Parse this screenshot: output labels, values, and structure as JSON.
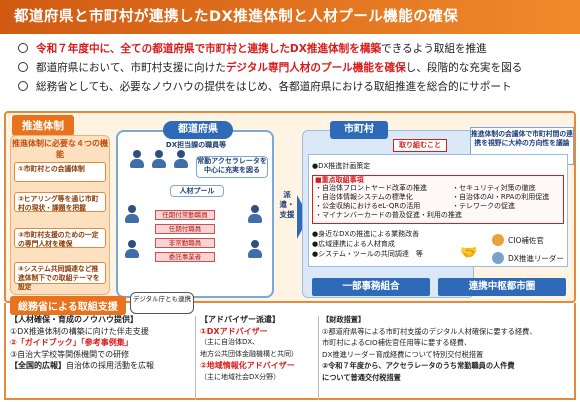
{
  "title": "都道府県と市町村が連携したDX推進体制と人材プール機能の確保",
  "bullets": [
    {
      "pre": "",
      "red": "令和７年度中に、全ての都道府県で市町村と連携したDX推進体制を構築",
      "post": "できるよう取組を推進"
    },
    {
      "pre": "都道府県において、市町村支援に向けた",
      "red": "デジタル専門人材のプール機能を確保",
      "post": "し、段階的な充実を図る"
    },
    {
      "pre": "総務省としても、必要なノウハウの提供をはじめ、各都道府県における取組推進を総合的にサポート",
      "red": "",
      "post": ""
    }
  ],
  "suishin_tag": "推進体制",
  "four": {
    "title": "推進体制に必要な４つの機能",
    "items": [
      "①市町村との会議体制",
      "②ヒアリング等を通じ市町村の現状・課題を把握",
      "③市町村支援のための一定の専門人材を確保",
      "④システム共同調達など推進体制下での取組テーマを設定"
    ]
  },
  "prefecture": {
    "head": "都道府県",
    "dx_staff": "DX担当課の職員等",
    "advisor_box": "常勤アクセラレータを中心に充実を図る",
    "pool_label": "人材プール",
    "pool_items": [
      "任期付常勤職員",
      "任期付職員",
      "非常勤職員",
      "委託事業者"
    ],
    "arrow_text": "派遣・支援"
  },
  "municipality": {
    "head": "市町村",
    "torikumi": "取り組むこと",
    "council_note": "推進体制の会議体で市町村間の連携を視野に大枠の方向性を議論",
    "lines": [
      "●DX推進計画策定",
      "■重点取組事項",
      "・自治体フロントヤード改革の推進",
      "・自治体情報システムの標準化",
      "・公金収納におけるeL-QRの活用",
      "・マイナンバーカードの普及促進・利用の推進",
      "・セキュリティ対策の徹底",
      "・自治体のAI・RPAの利用促進",
      "・テレワークの促進",
      "●身近なDXの推進による業務改善",
      "●広域連携による人材育成",
      "●システム・ツールの共同調達　等"
    ],
    "cio_label": "CIO補佐官",
    "dx_leader_label": "DX推進リーダー"
  },
  "bars": [
    "一部事務組合",
    "連携中枢都市圏"
  ],
  "support": {
    "tag": "総務省による取組支援",
    "dt_note": "デジタル庁とも連携",
    "col1": {
      "h1": "【人材確保・育成のノウハウ提供】",
      "l1": "①DX推進体制の構築に向けた伴走支援",
      "l2": "②「ガイドブック」「参考事例集」",
      "l3": "③自治大学校等関係機関での研修",
      "h2": "【全国的広報】",
      "l4": "自治体の採用活動を広報"
    },
    "col2": {
      "h1": "【アドバイザー派遣】",
      "l1": "①DXアドバイザー",
      "l2": "（主に自治体DX、",
      "l3": "地方公共団体金融機構と共同）",
      "l4": "②地域情報化アドバイザー",
      "l5": "（主に地域社会DX分野）"
    },
    "col3": {
      "h1": "【財政措置】",
      "l1": "①都道府県等による市町村支援のデジタル人材確保に要する経費、",
      "l2": "市町村によるCIO補佐官任用等に要する経費、",
      "l3": "DX推進リーダー育成経費について特別交付税措置",
      "l4": "②令和７年度から、アクセラレータのうち常勤職員の人件費",
      "l5": "について普通交付税措置"
    }
  },
  "colors": {
    "orange": "#e8731c",
    "blue": "#2e6ab8",
    "red": "#d81c1c"
  }
}
